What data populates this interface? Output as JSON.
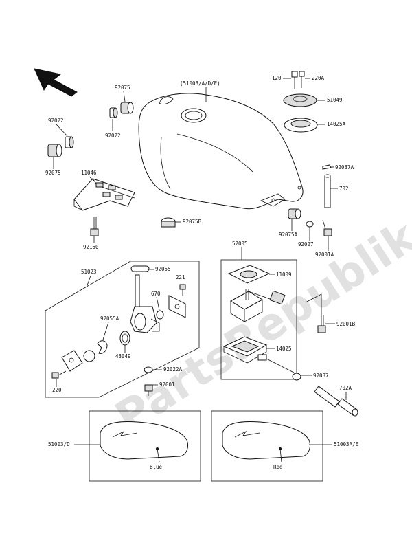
{
  "diagram": {
    "watermark": "PartsRepublik",
    "labels": {
      "tank_main": "(51003/A/D/E)",
      "bolt_120": "120",
      "bolt_220a": "220A",
      "cap_51049": "51049",
      "gasket_14025a": "14025A",
      "pin_92037a": "92037A",
      "tube_702": "702",
      "damper_92075_top": "92075",
      "damper_92022_top": "92022",
      "collar_92022_left": "92022",
      "damper_92075_left": "92075",
      "bracket_11046": "11046",
      "bolt_92150": "92150",
      "plug_92075b": "92075B",
      "damper_92075a": "92075A",
      "washer_92027": "92027",
      "bolt_92001a": "92001A",
      "cock_51023": "51023",
      "oring_92055": "92055",
      "screw_221": "221",
      "cap_670": "670",
      "oring_92055a": "92055A",
      "seal_43049": "43049",
      "washer_92022a": "92022A",
      "bolt_92001": "92001",
      "screw_220": "220",
      "gauge_52005": "52005",
      "gasket_11009": "11009",
      "bolt_92001b": "92001B",
      "gasket_14025": "14025",
      "clip_92037": "92037",
      "tube_702a": "702A",
      "tank_blue_code": "51003/D",
      "tank_red_code": "51003A/E",
      "color_blue": "Blue",
      "color_red": "Red"
    }
  }
}
